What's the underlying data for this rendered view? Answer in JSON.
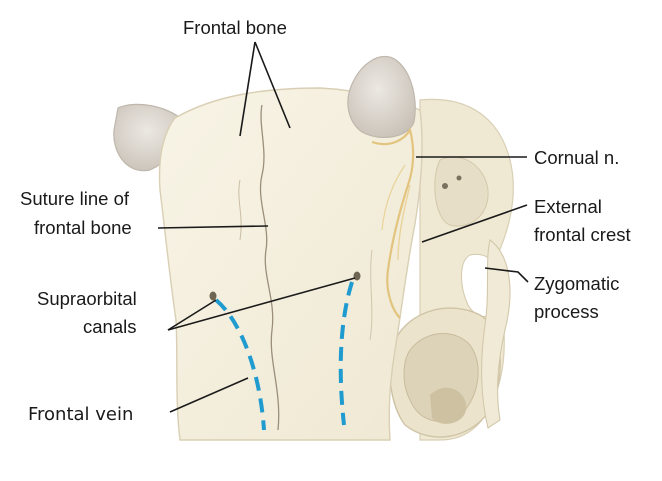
{
  "labels": {
    "frontal_bone": "Frontal bone",
    "cornual_nerve": "Cornual n.",
    "suture_line": [
      "Suture line of",
      "frontal bone"
    ],
    "external_frontal_crest": [
      "External",
      "frontal crest"
    ],
    "supraorbital_canals": [
      "Supraorbital",
      "canals"
    ],
    "zygomatic_process": [
      "Zygomatic",
      "process"
    ],
    "frontal_vein": "Frontal vein"
  },
  "colors": {
    "bone": "#f6f1e0",
    "bone_shadow": "#e7dfc8",
    "bone_outline": "#d9cfb4",
    "horn_core": "#dcd6cd",
    "nerve": "#e2c47e",
    "vein": "#1f9bd0",
    "text": "#1a1a1a"
  }
}
